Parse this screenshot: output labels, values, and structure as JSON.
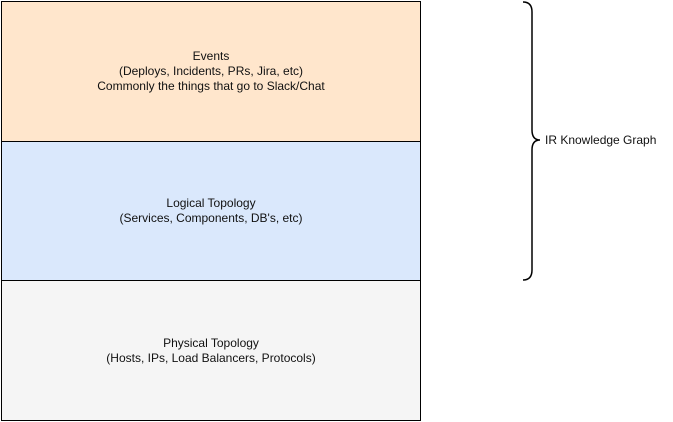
{
  "layers": {
    "events": {
      "title": "Events",
      "line2": "(Deploys, Incidents, PRs, Jira, etc)",
      "line3": "Commonly the things that go to Slack/Chat",
      "color": "#ffe6cc"
    },
    "logical": {
      "title": "Logical Topology",
      "line2": "(Services, Components, DB's, etc)",
      "color": "#dae8fc"
    },
    "physical": {
      "title": "Physical Topology",
      "line2": "(Hosts, IPs, Load Balancers, Protocols)",
      "color": "#f5f5f5"
    }
  },
  "brace_label": "IR Knowledge Graph"
}
